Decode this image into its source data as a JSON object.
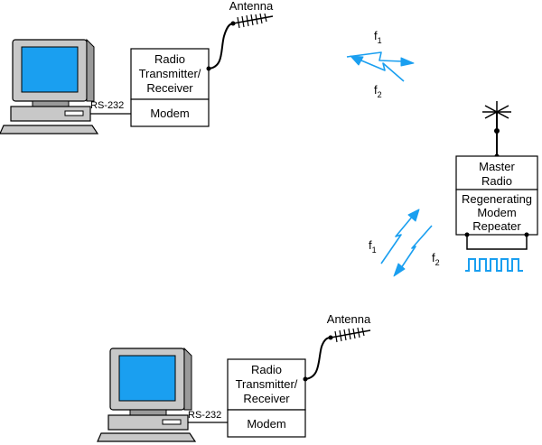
{
  "colors": {
    "screen": "#1a9ff0",
    "monitor_body": "#c8c8c8",
    "monitor_shade": "#9a9a9a",
    "outline": "#000000",
    "signal": "#1a9ff0",
    "box_fill": "#ffffff"
  },
  "station_top": {
    "antenna_label": "Antenna",
    "radio_line1": "Radio",
    "radio_line2": "Transmitter/",
    "radio_line3": "Receiver",
    "modem_label": "Modem",
    "link_label": "RS-232"
  },
  "station_bottom": {
    "antenna_label": "Antenna",
    "radio_line1": "Radio",
    "radio_line2": "Transmitter/",
    "radio_line3": "Receiver",
    "modem_label": "Modem",
    "link_label": "RS-232"
  },
  "master": {
    "radio_line1": "Master",
    "radio_line2": "Radio",
    "repeater_line1": "Regenerating",
    "repeater_line2": "Modem",
    "repeater_line3": "Repeater"
  },
  "signals": {
    "upper": {
      "f1": "f",
      "f1_sub": "1",
      "f2": "f",
      "f2_sub": "2"
    },
    "lower": {
      "f1": "f",
      "f1_sub": "1",
      "f2": "f",
      "f2_sub": "2"
    }
  }
}
